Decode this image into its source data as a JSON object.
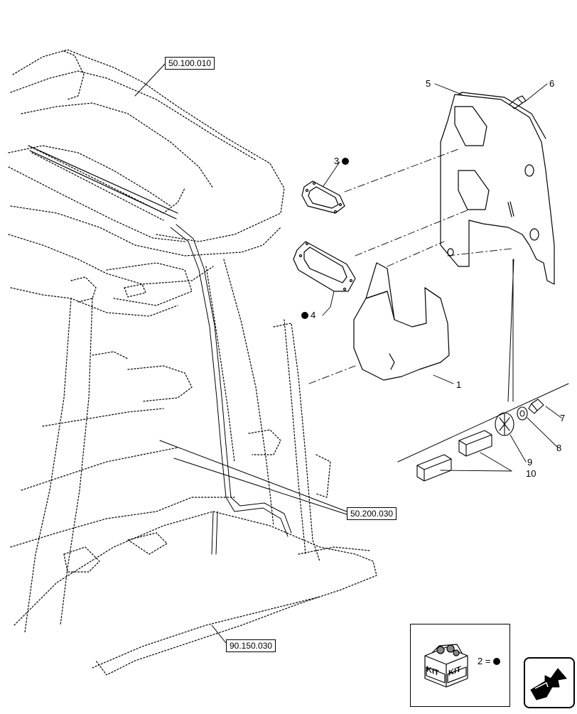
{
  "references": {
    "top": "50.100.010",
    "middle": "50.200.030",
    "bottom": "90.150.030"
  },
  "callouts": {
    "c1": "1",
    "c3": "3",
    "c4": "4",
    "c5": "5",
    "c6": "6",
    "c7": "7",
    "c8": "8",
    "c9": "9",
    "c10": "10"
  },
  "kit_legend": {
    "badge_a": "KIT",
    "badge_b": "KIT",
    "equation": "2 ="
  },
  "icons": {
    "dot": "filled-circle-icon",
    "kit": "kit-box-icon",
    "navigation": "next-page-arrow-icon"
  }
}
